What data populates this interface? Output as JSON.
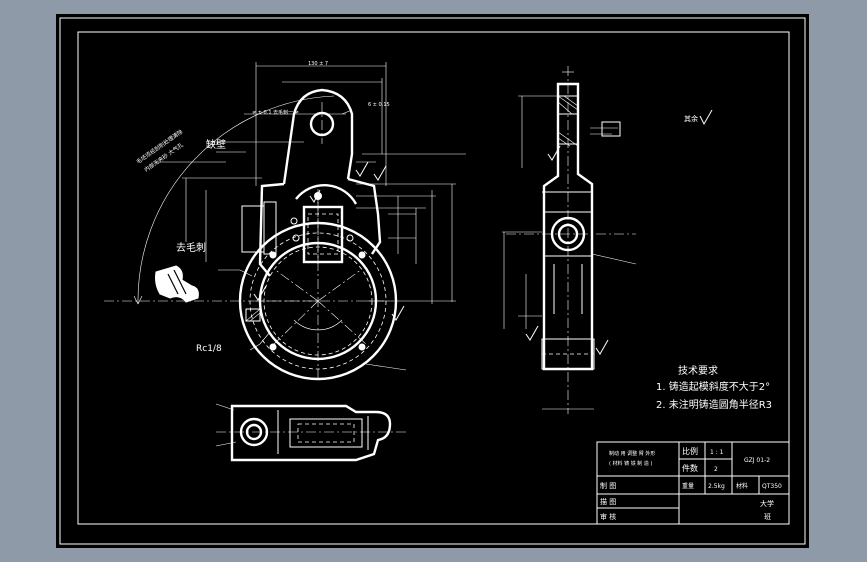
{
  "annotations": {
    "roughness_top": "其余",
    "step_label": "缺壁",
    "deburr_label": "去毛刺",
    "thread_label": "Rc1/8",
    "curve_note_line1": "毛坯须经刮削处理清除",
    "curve_note_line2": "内部无夹砂 大气孔",
    "top_dim": "130 ± 7",
    "top_left_note": "≠ ± 0.1 去毛刺一 ≠",
    "flat_note": "6 ± 0.15"
  },
  "tech_requirements": {
    "title": "技术要求",
    "item1": "1. 铸造起模斜度不大于2°",
    "item2": "2. 未注明铸造圆角半径R3"
  },
  "title_block": {
    "part_desc_line1": "制动 用 调整 臂 外形",
    "part_desc_line2": "( 材料 铸 铁 制 造 )",
    "scale_label": "比例",
    "scale_value": "1 : 1",
    "qty_label": "件数",
    "qty_value": "2",
    "drawing_no": "GZJ 01-2",
    "weight_label": "重量",
    "weight_value": "2.5kg",
    "material_label": "材料",
    "material_value": "QT350",
    "drawn_label": "制 图",
    "designed_label": "描 图",
    "checked_label": "审 核",
    "school": "大学",
    "class": "班"
  },
  "colors": {
    "background": "#000000",
    "line": "#ffffff",
    "frame": "#8e9aa8"
  }
}
